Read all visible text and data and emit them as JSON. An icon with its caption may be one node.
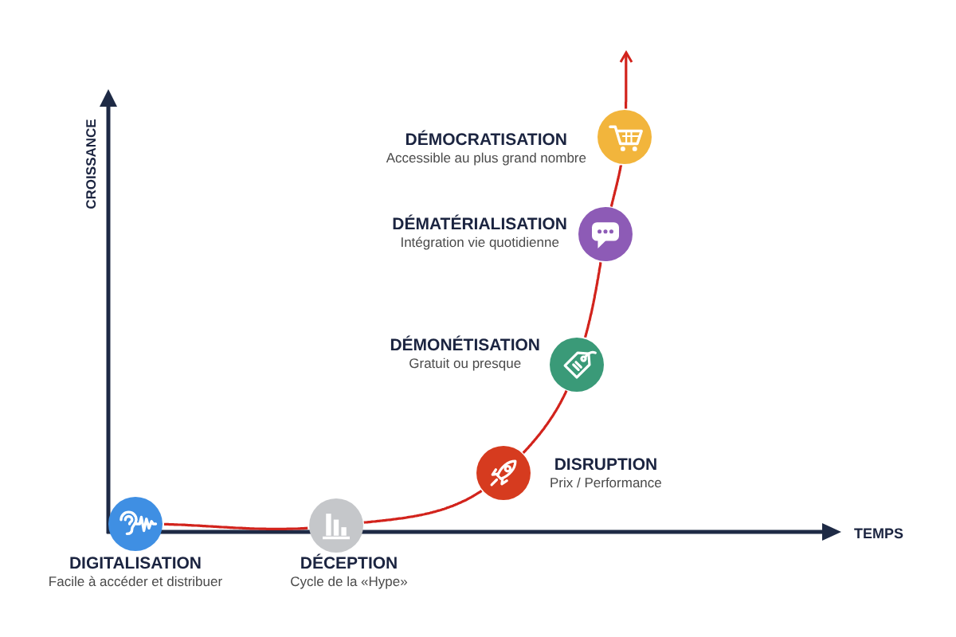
{
  "diagram": {
    "nodes": [
      {
        "text": [
          "DIGITALISATION",
          "Facile à accéder et distribuer"
        ]
      },
      {
        "text": [
          "DÉCEPTION",
          "Cycle de la «Hype»"
        ]
      },
      {
        "text": [
          "DISRUPTION",
          "Prix / Performance"
        ]
      },
      {
        "text": [
          "DÉMONÉTISATION",
          "Gratuit ou presque"
        ]
      },
      {
        "text": [
          "DÉMATÉRIALISATION",
          "Intégration vie quotidienne"
        ]
      },
      {
        "text": [
          "DÉMOCRATISATION",
          "Accessible au plus grand nombre"
        ]
      }
    ],
    "edges": [
      {
        "from": 0,
        "to": 1,
        "arrow": "none"
      },
      {
        "from": 1,
        "to": 2,
        "arrow": "none"
      },
      {
        "from": 2,
        "to": 3,
        "arrow": "none"
      },
      {
        "from": 3,
        "to": 4,
        "arrow": "none"
      },
      {
        "from": 4,
        "to": 5,
        "arrow": "none"
      },
      {
        "from": 5,
        "to": null,
        "arrow": "to"
      }
    ],
    "labels": [
      "CROISSANCE",
      "TEMPS"
    ]
  }
}
